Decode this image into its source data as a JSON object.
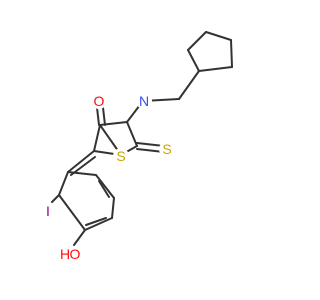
{
  "molecule": {
    "atoms": {
      "oxygen_carbonyl": {
        "label": "O",
        "color": "#ff0d0d"
      },
      "nitrogen": {
        "label": "N",
        "color": "#3050f8"
      },
      "sulfur_ring": {
        "label": "S",
        "color": "#c8a800"
      },
      "sulfur_thione": {
        "label": "S",
        "color": "#c8a800"
      },
      "iodine": {
        "label": "I",
        "color": "#940094"
      },
      "hydroxyl_oxygen": {
        "label": "O",
        "color": "#ff0d0d"
      },
      "hydroxyl_hydrogen": {
        "label": "H",
        "color": "#ff0d0d"
      }
    }
  }
}
